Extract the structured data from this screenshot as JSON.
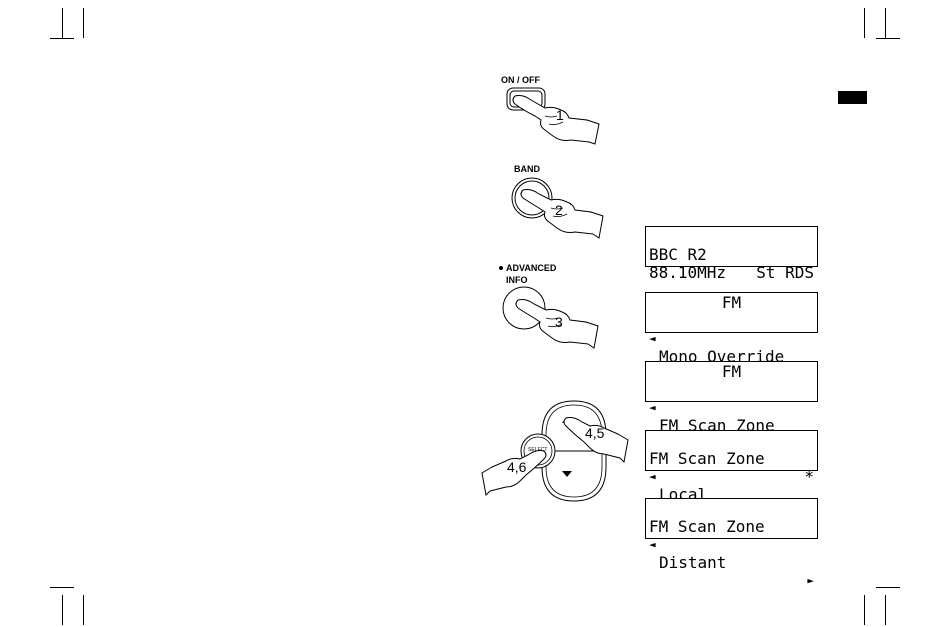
{
  "controls": {
    "on_off_label": "ON / OFF",
    "band_label": "BAND",
    "advanced_label": "ADVANCED",
    "info_label": "INFO",
    "select_label": "SELECT"
  },
  "steps": {
    "step1": "1",
    "step2": "2",
    "step3": "3",
    "step45": "4,5",
    "step46": "4,6"
  },
  "displays": {
    "d1": {
      "line1_left": "BBC R2",
      "line1_right": "St RDS",
      "line2": "88.10MHz"
    },
    "d2": {
      "line1": "FM",
      "line2": "Mono Override"
    },
    "d3": {
      "line1": "FM",
      "line2": "FM Scan Zone"
    },
    "d4": {
      "line1": "FM Scan Zone",
      "line1_marker": "*",
      "line2": "Local"
    },
    "d5": {
      "line1": "FM Scan Zone",
      "line2": "Distant"
    }
  },
  "icons": {
    "hand": "pointing-hand-icon",
    "left_arrow": "left-arrow-icon",
    "right_arrow": "right-arrow-icon",
    "up": "up-triangle-icon",
    "down": "down-triangle-icon"
  },
  "colors": {
    "ink": "#000000",
    "paper": "#ffffff"
  }
}
